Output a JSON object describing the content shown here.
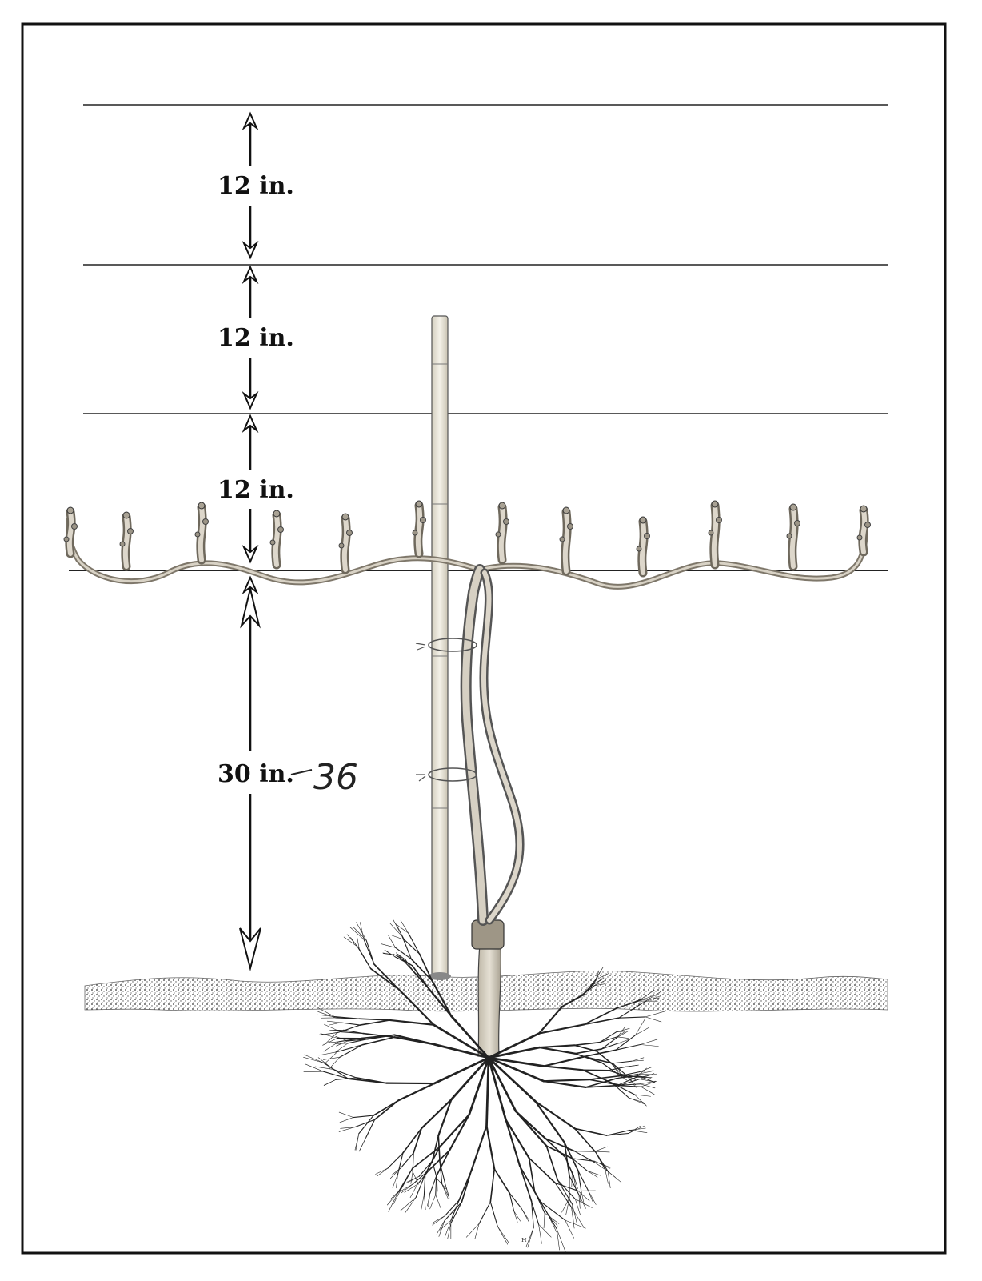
{
  "diagram": {
    "measurements": [
      {
        "id": "top-spacing",
        "label": "12 in."
      },
      {
        "id": "middle-spacing",
        "label": "12 in."
      },
      {
        "id": "lower-spacing",
        "label": "12 in."
      },
      {
        "id": "trunk-height",
        "label": "30 in.",
        "note": "36"
      }
    ],
    "page_mark": "ꟸ"
  },
  "colors": {
    "ink": "#111111",
    "stake": "#e6e2d6",
    "vine": "#b9b2a4",
    "soil": "#555555"
  }
}
